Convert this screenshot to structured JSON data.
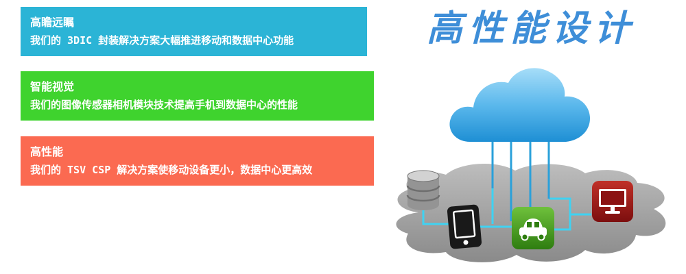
{
  "banners": [
    {
      "title": "高瞻远瞩",
      "description": "我们的 3DIC 封装解决方案大幅推进移动和数据中心功能",
      "color": "#2bb4d6"
    },
    {
      "title": "智能视觉",
      "description": "我们的图像传感器相机模块技术提高手机到数据中心的性能",
      "color": "#3fd32e"
    },
    {
      "title": "高性能",
      "description": "我们的 TSV CSP 解决方案使移动设备更小，数据中心更高效",
      "color": "#fb6a51"
    }
  ],
  "headline": {
    "text": "高性能设计",
    "color": "#3e8ed8"
  },
  "illustration": {
    "icons": [
      {
        "name": "cloud-icon"
      },
      {
        "name": "database-icon"
      },
      {
        "name": "tablet-icon"
      },
      {
        "name": "car-icon"
      },
      {
        "name": "monitor-icon"
      }
    ],
    "colors": {
      "cloud_top": "#a6ddf8",
      "cloud_bottom": "#1e8fd4",
      "connector": "#2aa0da",
      "circuit": "#3fd2f2",
      "ground": "#a3a3a3",
      "database_body": "#949494",
      "database_top": "#d2d2d2",
      "tablet_body": "#191919",
      "car_tile": "#3f9a1c",
      "monitor_tile": "#9c1414",
      "glyph": "#ffffff"
    }
  }
}
